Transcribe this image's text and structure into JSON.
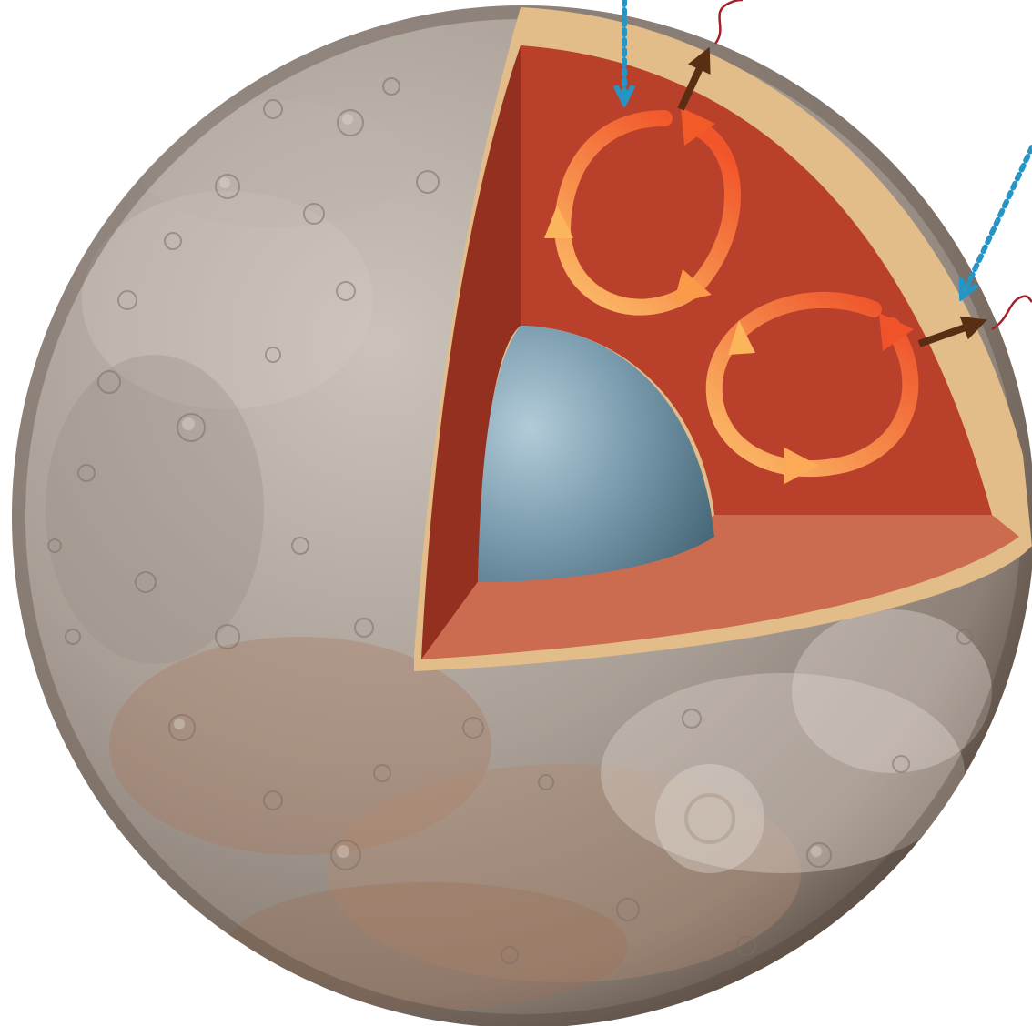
{
  "diagram": {
    "subject": "planet-interior-cutaway",
    "labels": [],
    "layers": [
      {
        "key": "crust",
        "color": "#e2bd8a"
      },
      {
        "key": "mantle",
        "color": "#b9412c"
      },
      {
        "key": "mantle_floor",
        "color": "#cb6b4f"
      },
      {
        "key": "mantle_wall",
        "color": "#93301f"
      },
      {
        "key": "core",
        "color": "#5f8393"
      }
    ],
    "surface_colors": {
      "base": "#a59b92",
      "light": "#d3cbc2",
      "shadow": "#5f5248",
      "reddish": "#a9795e"
    },
    "convection_cells": 2,
    "convection_colors": [
      "#fbb65c",
      "#f25a28"
    ],
    "heat_arrow_color": "#5a2e12",
    "infall_arrow_color": "#2695c6",
    "outflow_line_color": "#a51e2a",
    "icons": [
      "convection-arrow-icon",
      "heat-flow-arrow-icon",
      "infall-arrow-icon",
      "outflow-wave-icon"
    ]
  }
}
